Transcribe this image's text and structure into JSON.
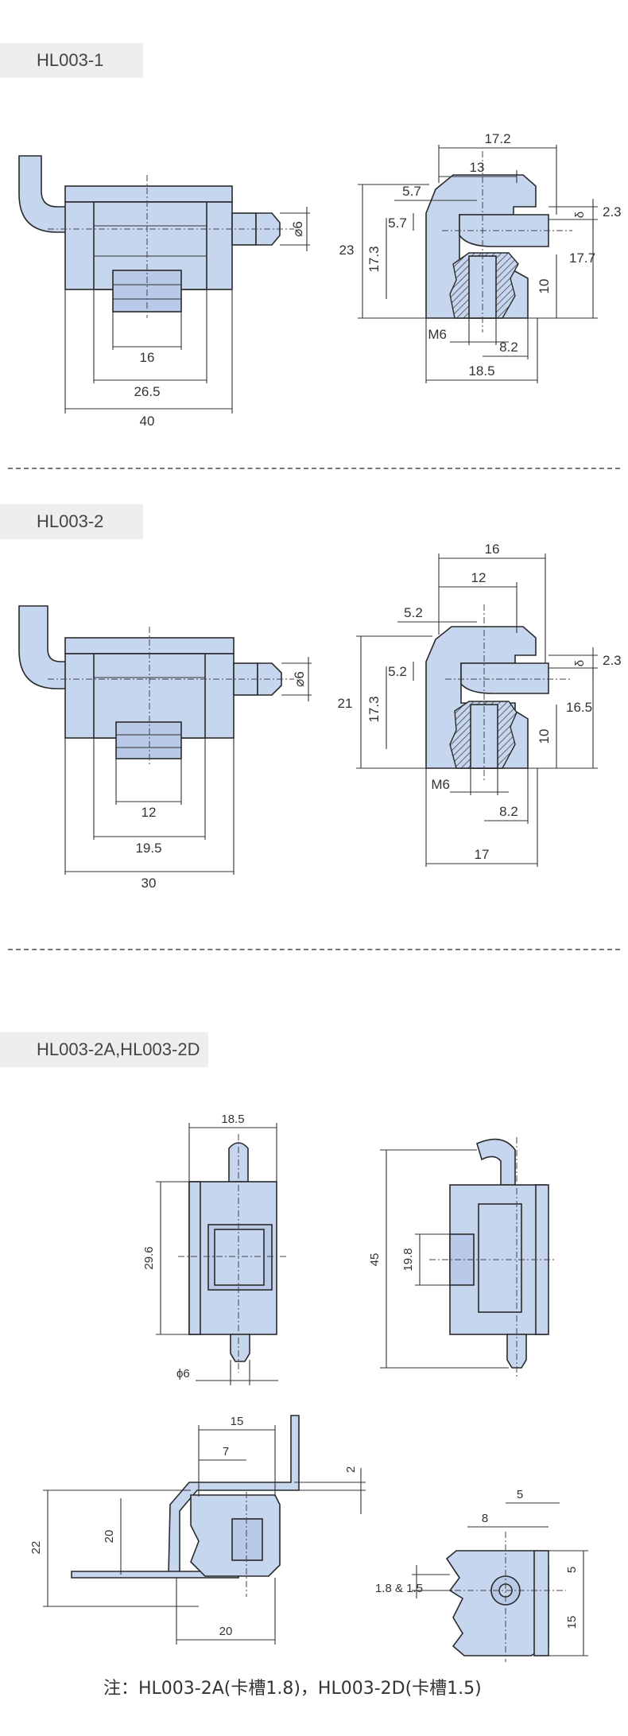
{
  "sections": [
    {
      "title": "HL003-1",
      "front": {
        "d1": "16",
        "d2": "26.5",
        "d3": "40",
        "dia": "⌀6"
      },
      "side": {
        "w1": "17.2",
        "w2": "13",
        "w3": "5.7",
        "h1": "23",
        "h2": "17.3",
        "h3": "5.7",
        "d23": "2.3",
        "delta": "δ",
        "h4": "17.7",
        "h5": "10",
        "thread": "M6",
        "w4": "8.2",
        "w5": "18.5"
      }
    },
    {
      "title": "HL003-2",
      "front": {
        "d1": "12",
        "d2": "19.5",
        "d3": "30",
        "dia": "⌀6"
      },
      "side": {
        "w1": "16",
        "w2": "12",
        "w3": "5.2",
        "h1": "21",
        "h2": "17.3",
        "h3": "5.2",
        "d23": "2.3",
        "delta": "δ",
        "h4": "16.5",
        "h5": "10",
        "thread": "M6",
        "w4": "8.2",
        "w5": "17"
      }
    }
  ],
  "section3": {
    "title": "HL003-2A,HL003-2D",
    "v1": {
      "w": "18.5",
      "h": "29.6",
      "dia": "ϕ6"
    },
    "v2": {
      "h1": "45",
      "h2": "19.8"
    },
    "v3": {
      "w1": "15",
      "w2": "7",
      "h1": "22",
      "h2": "20",
      "w3": "20",
      "t": "2"
    },
    "v4": {
      "w1": "5",
      "w2": "8",
      "h1": "5",
      "h2": "15",
      "slot": "1.8 & 1.5"
    }
  },
  "note": "注：HL003-2A(卡槽1.8)，HL003-2D(卡槽1.5)"
}
